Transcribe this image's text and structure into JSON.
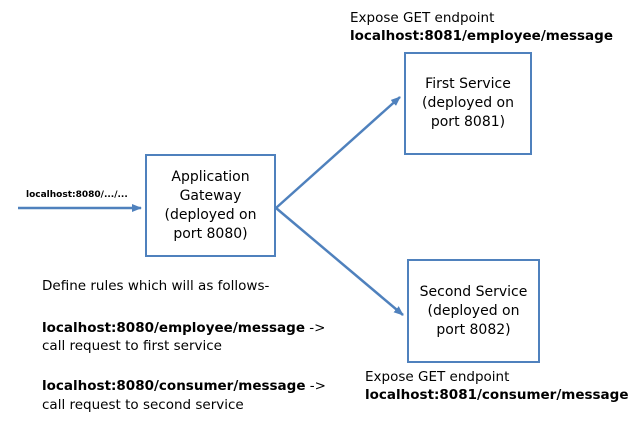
{
  "nodes": {
    "gateway": "Application\nGateway\n(deployed on\nport 8080)",
    "first_service": "First Service\n(deployed on\nport 8081)",
    "second_service": "Second Service\n(deployed on\nport 8082)"
  },
  "first_endpoint": {
    "title": "Expose GET endpoint",
    "url": "localhost:8081/employee/message"
  },
  "second_endpoint": {
    "title": "Expose GET endpoint",
    "url": "localhost:8081/consumer/message"
  },
  "inbound": {
    "url": "localhost:8080/.../..."
  },
  "rules": {
    "title": "Define rules which will as follows-",
    "items": [
      {
        "url": "localhost:8080/employee/message",
        "arrow": " ->",
        "desc": "call request to first service"
      },
      {
        "url": "localhost:8080/consumer/message",
        "arrow": " ->",
        "desc": "call request to second service"
      }
    ]
  },
  "colors": {
    "box_border": "#4f81bd",
    "arrow": "#4f81bd"
  }
}
